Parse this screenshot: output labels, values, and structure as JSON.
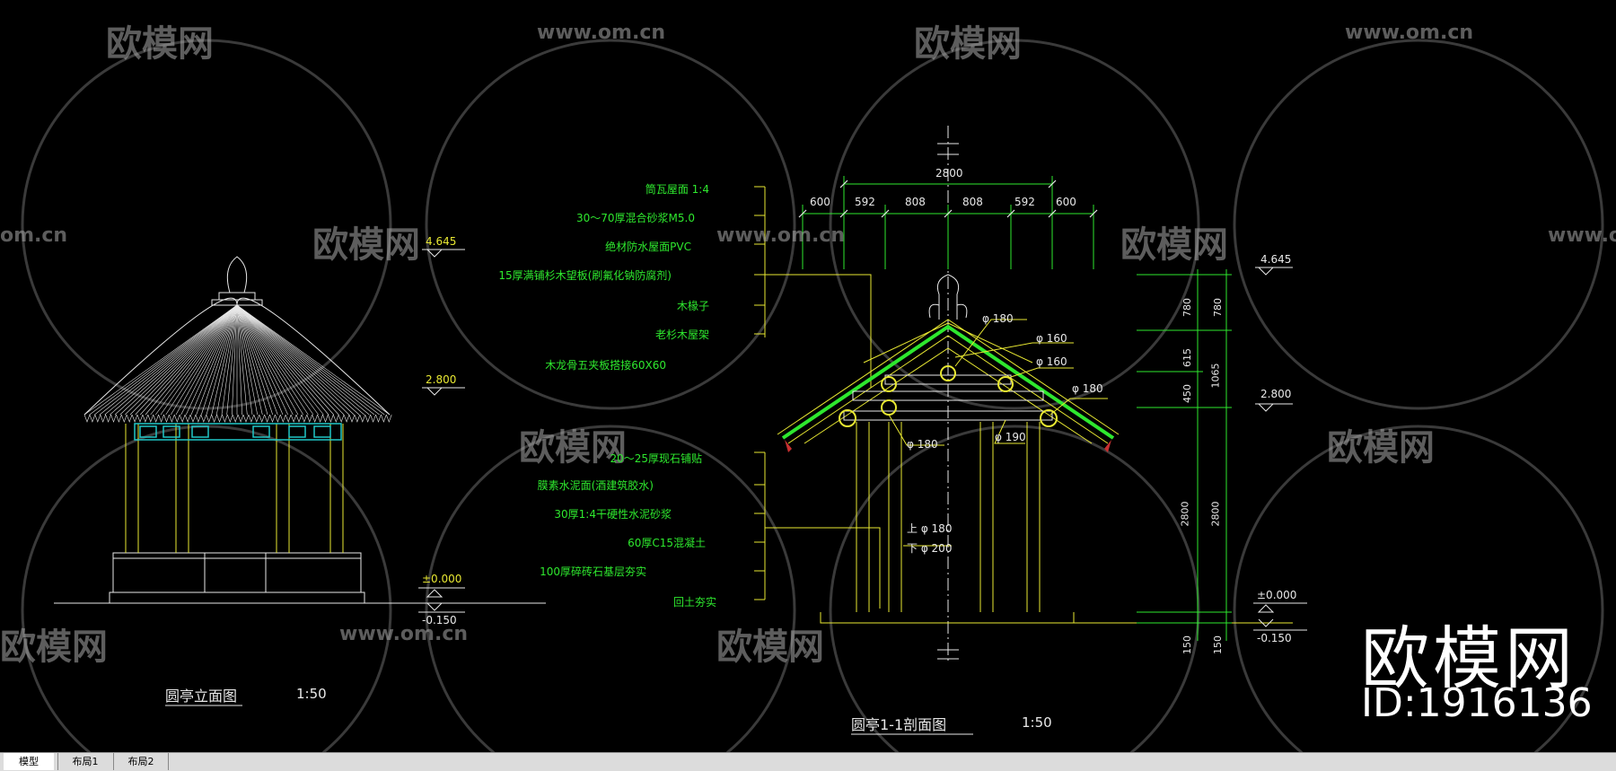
{
  "watermark": {
    "brand": "欧模网",
    "url": "www.om.cn",
    "url_fragment": "om.cn"
  },
  "left_drawing": {
    "title": "圆亭立面图",
    "scale": "1:50",
    "elevations": {
      "top": "4.645",
      "eave": "2.800",
      "ground": "±0.000",
      "below": "-0.150"
    }
  },
  "right_drawing": {
    "title": "圆亭1-1剖面图",
    "scale": "1:50",
    "total_width": "2800",
    "spans": [
      "600",
      "592",
      "808",
      "808",
      "592",
      "600"
    ],
    "roof_layers": [
      "筒瓦屋面  1:4",
      "30～70厚混合砂浆M5.0",
      "绝材防水屋面PVC",
      "15厚满铺杉木望板(刷氟化钠防腐剂)",
      "木椽子",
      "老杉木屋架",
      "木龙骨五夹板搭接60X60"
    ],
    "floor_layers": [
      "20～25厚现石铺贴",
      "膜素水泥面(酒建筑胶水)",
      "30厚1:4干硬性水泥砂浆",
      "60厚C15混凝土",
      "100厚碎砖石基层夯实",
      "回土夯实"
    ],
    "member_labels": [
      "φ 180",
      "φ 160",
      "φ 160",
      "φ 180",
      "φ 180",
      "φ 190",
      "上 φ 180",
      "下 φ 200"
    ],
    "dims_left": [
      "780",
      "615",
      "450",
      "2800",
      "150"
    ],
    "dims_right": [
      "780",
      "1065",
      "2800",
      "150"
    ],
    "elevations": {
      "top": "4.645",
      "eave": "2.800",
      "ground": "±0.000",
      "below": "-0.150"
    }
  },
  "brand_overlay": {
    "name": "欧模网",
    "id": "ID:1916136"
  },
  "tabs": [
    "模型",
    "布局1",
    "布局2"
  ],
  "colors": {
    "background": "#000000",
    "green": "#2ee82e",
    "yellow": "#e8e832",
    "cyan": "#20c8c8",
    "white": "#e8e8e8"
  }
}
